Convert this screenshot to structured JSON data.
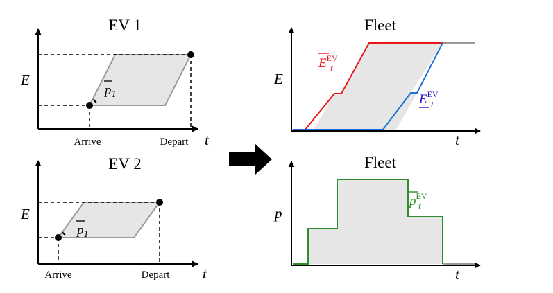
{
  "panels": {
    "ev1": {
      "title": "EV 1",
      "y_label": "E",
      "x_label": "t",
      "arrive_label": "Arrive",
      "depart_label": "Depart",
      "rate_base": "p",
      "rate_sub": "1"
    },
    "ev2": {
      "title": "EV 2",
      "y_label": "E",
      "x_label": "t",
      "arrive_label": "Arrive",
      "depart_label": "Depart",
      "rate_base": "p",
      "rate_sub": "1"
    },
    "fleet_energy": {
      "title": "Fleet",
      "y_label": "E",
      "x_label": "t",
      "upper_base": "E",
      "upper_sub": "t",
      "upper_sup": "EV",
      "lower_base": "E",
      "lower_sub": "t",
      "lower_sup": "EV"
    },
    "fleet_power": {
      "title": "Fleet",
      "y_label": "p",
      "x_label": "t",
      "power_base": "p",
      "power_sub": "t",
      "power_sup": "EV"
    }
  },
  "colors": {
    "upper_bound": "#e8161b",
    "lower_bound": "#1a6fd8",
    "lower_label": "#2a12c8",
    "power": "#2e8b2e",
    "fill": "#e6e6e6",
    "outline": "#999999"
  },
  "icons": {
    "transition": "right-arrow-icon"
  }
}
